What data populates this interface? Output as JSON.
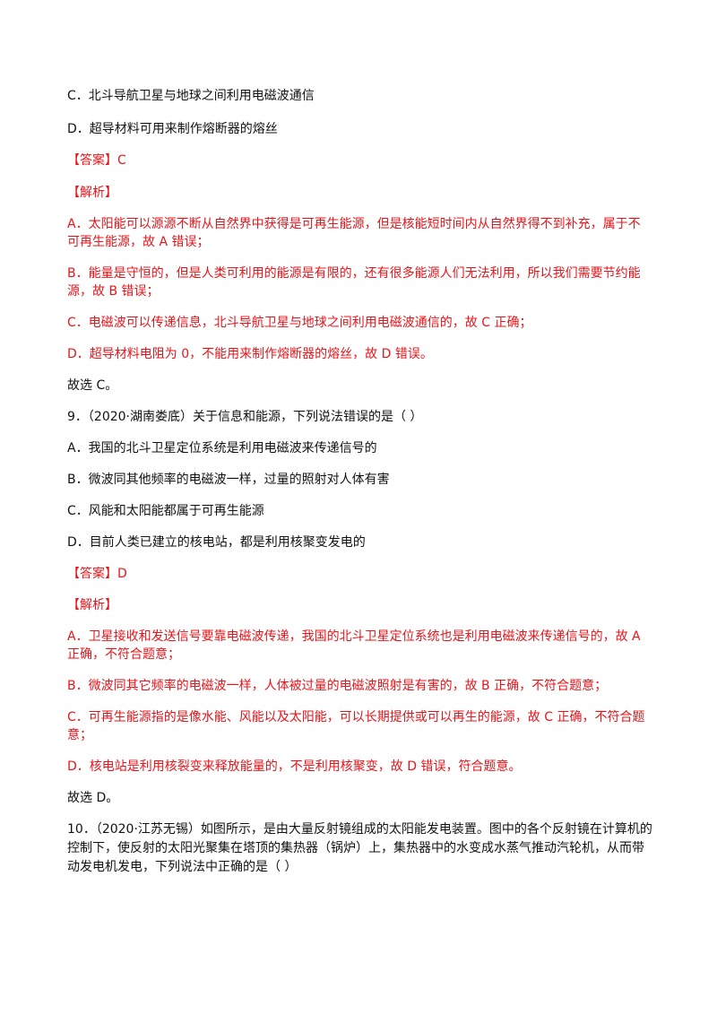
{
  "q8": {
    "option_c": "C．北斗导航卫星与地球之间利用电磁波通信",
    "option_d": "D．超导材料可用来制作熔断器的熔丝",
    "answer": "【答案】C",
    "analysis_heading": "【解析】",
    "analysis": [
      "A．太阳能可以源源不断从自然界中获得是可再生能源，但是核能短时间内从自然界得不到补充，属于不",
      "可再生能源，故 A 错误；",
      "B．能量是守恒的，但是人类可利用的能源是有限的，还有很多能源人们无法利用，所以我们需要节约能",
      "源，故 B 错误；",
      "C．电磁波可以传递信息，北斗导航卫星与地球之间利用电磁波通信的，故 C 正确；",
      "D．超导材料电阻为 0，不能用来制作熔断器的熔丝，故 D 错误。"
    ],
    "conclusion": "故选 C。"
  },
  "q9": {
    "stem": "9．（2020·湖南娄底）关于信息和能源，下列说法错误的是（    ）",
    "options": [
      "A．我国的北斗卫星定位系统是利用电磁波来传递信号的",
      "B．微波同其他频率的电磁波一样，过量的照射对人体有害",
      "C．风能和太阳能都属于可再生能源",
      "D．目前人类已建立的核电站，都是利用核聚变发电的"
    ],
    "answer": "【答案】D",
    "analysis_heading": "【解析】",
    "analysis": [
      "A．卫星接收和发送信号要靠电磁波传递，我国的北斗卫星定位系统也是利用电磁波来传递信号的，故 A",
      "正确，不符合题意；",
      "B．微波同其它频率的电磁波一样，人体被过量的电磁波照射是有害的，故 B 正确，不符合题意；",
      "C．可再生能源指的是像水能、风能以及太阳能，可以长期提供或可以再生的能源，故 C 正确，不符合题",
      "意；",
      "D．核电站是利用核裂变来释放能量的，不是利用核聚变，故 D 错误，符合题意。"
    ],
    "conclusion": "故选 D。"
  },
  "q10": {
    "stem": [
      "10．（2020·江苏无锡）如图所示，是由大量反射镜组成的太阳能发电装置。图中的各个反射镜在计算机的",
      "控制下，使反射的太阳光聚集在塔顶的集热器（锅炉）上，集热器中的水变成水蒸气推动汽轮机，从而带",
      "动发电机发电，下列说法中正确的是（        ）"
    ]
  }
}
